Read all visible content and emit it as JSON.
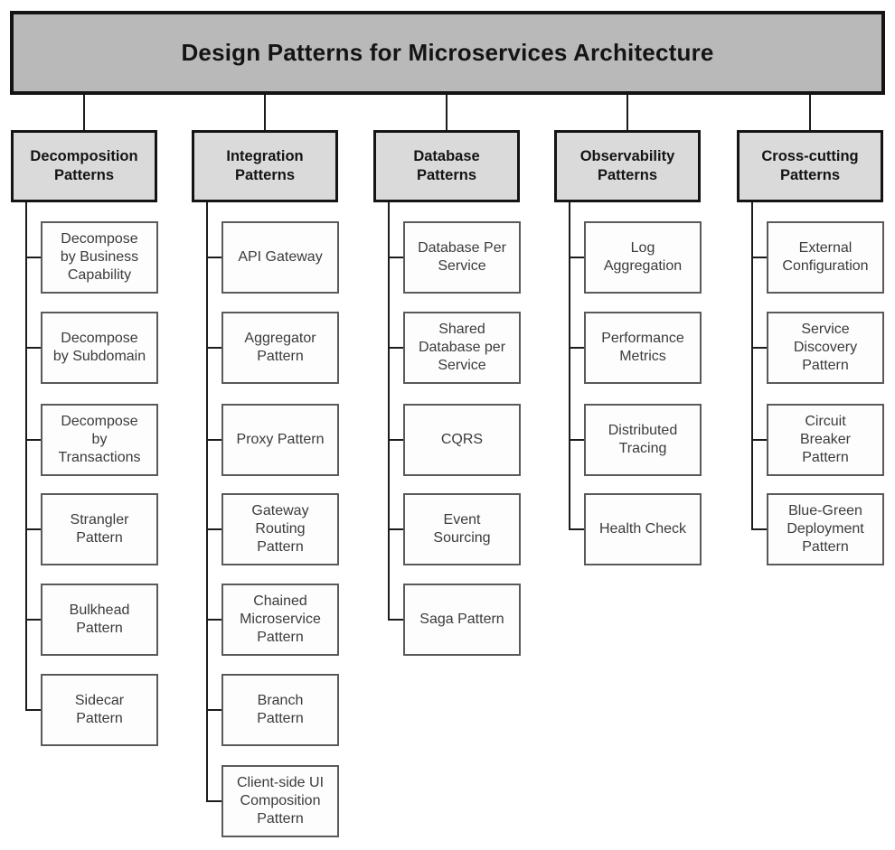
{
  "title": "Design Patterns for Microservices Architecture",
  "columns": [
    {
      "title": "Decomposition\nPatterns",
      "children": [
        "Decompose\nby Business\nCapability",
        "Decompose\nby Subdomain",
        "Decompose\nby\nTransactions",
        "Strangler\nPattern",
        "Bulkhead\nPattern",
        "Sidecar\nPattern"
      ]
    },
    {
      "title": "Integration\nPatterns",
      "children": [
        "API Gateway",
        "Aggregator\nPattern",
        "Proxy Pattern",
        "Gateway\nRouting\nPattern",
        "Chained\nMicroservice\nPattern",
        "Branch\nPattern",
        "Client-side UI\nComposition\nPattern"
      ]
    },
    {
      "title": "Database\nPatterns",
      "children": [
        "Database Per\nService",
        "Shared\nDatabase per\nService",
        "CQRS",
        "Event\nSourcing",
        "Saga Pattern"
      ]
    },
    {
      "title": "Observability\nPatterns",
      "children": [
        "Log\nAggregation",
        "Performance\nMetrics",
        "Distributed\nTracing",
        "Health Check"
      ]
    },
    {
      "title": "Cross-cutting\nPatterns",
      "children": [
        "External\nConfiguration",
        "Service\nDiscovery\nPattern",
        "Circuit\nBreaker\nPattern",
        "Blue-Green\nDeployment\nPattern"
      ]
    }
  ],
  "colors": {
    "title_fill": "#b9b9b9",
    "category_fill": "#dadada",
    "child_fill": "#fdfdfd",
    "frame_border": "#141414",
    "child_border": "#5a5a5a",
    "connector": "#1c1c1c",
    "heading_text": "#141414",
    "child_text": "#3b3b3b"
  }
}
